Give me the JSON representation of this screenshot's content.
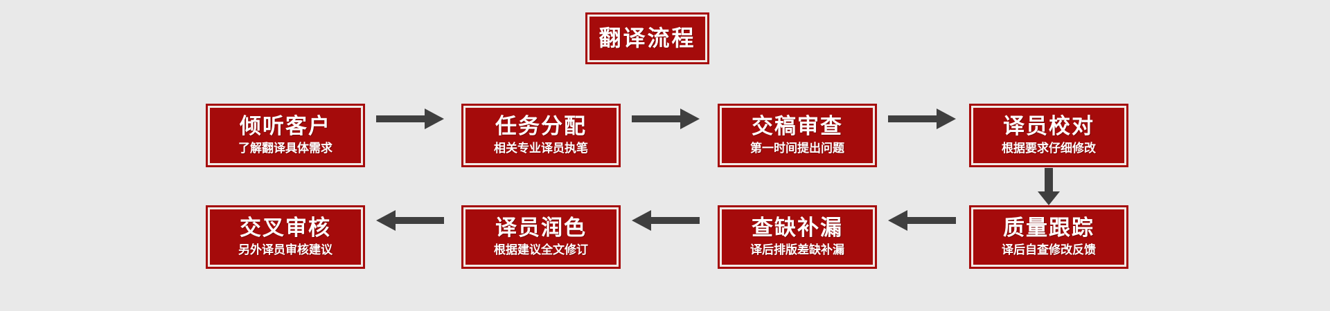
{
  "diagram": {
    "background_color": "#e9e9e9",
    "node_fill_color": "#a50b0b",
    "node_border_color": "#a50b0b",
    "node_inner_rule_color": "#f2eae6",
    "node_text_color": "#ffffff",
    "arrow_color": "#3f3f3f",
    "title": "翻译流程"
  },
  "header": {
    "label": "翻译流程"
  },
  "row1": {
    "nodes": [
      {
        "main": "倾听客户",
        "sub": "了解翻译具体需求"
      },
      {
        "main": "任务分配",
        "sub": "相关专业译员执笔"
      },
      {
        "main": "交稿审查",
        "sub": "第一时间提出问题"
      },
      {
        "main": "译员校对",
        "sub": "根据要求仔细修改"
      }
    ]
  },
  "row2": {
    "nodes": [
      {
        "main": "交叉审核",
        "sub": "另外译员审核建议"
      },
      {
        "main": "译员润色",
        "sub": "根据建议全文修订"
      },
      {
        "main": "查缺补漏",
        "sub": "译后排版差缺补漏"
      },
      {
        "main": "质量跟踪",
        "sub": "译后自查修改反馈"
      }
    ]
  },
  "connectors": {
    "row1_arrows": [
      {
        "direction": "right"
      },
      {
        "direction": "right"
      },
      {
        "direction": "right"
      }
    ],
    "row2_arrows": [
      {
        "direction": "left"
      },
      {
        "direction": "left"
      },
      {
        "direction": "left"
      }
    ],
    "vertical": {
      "direction": "down"
    }
  },
  "flow_order": [
    "倾听客户",
    "任务分配",
    "交稿审查",
    "译员校对",
    "质量跟踪",
    "查缺补漏",
    "译员润色",
    "交叉审核"
  ]
}
